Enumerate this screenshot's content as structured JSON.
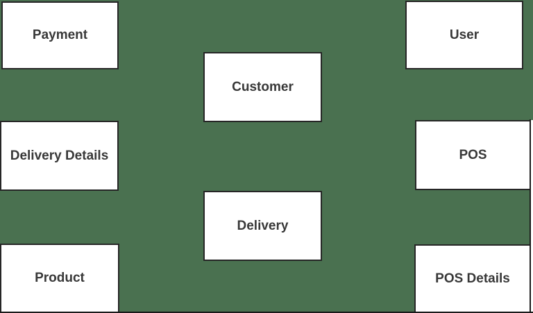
{
  "canvas": {
    "background_color": "#4A7150",
    "box_fill_color": "#FFFFFF",
    "box_border_color": "#262626",
    "label_color": "#383838",
    "edge_line_color": "#1A1A1A"
  },
  "entities": [
    {
      "id": "payment",
      "label": "Payment"
    },
    {
      "id": "user",
      "label": "User"
    },
    {
      "id": "customer",
      "label": "Customer"
    },
    {
      "id": "delivery-details",
      "label": "Delivery Details"
    },
    {
      "id": "pos",
      "label": "POS"
    },
    {
      "id": "delivery",
      "label": "Delivery"
    },
    {
      "id": "product",
      "label": "Product"
    },
    {
      "id": "pos-details",
      "label": "POS Details"
    }
  ]
}
